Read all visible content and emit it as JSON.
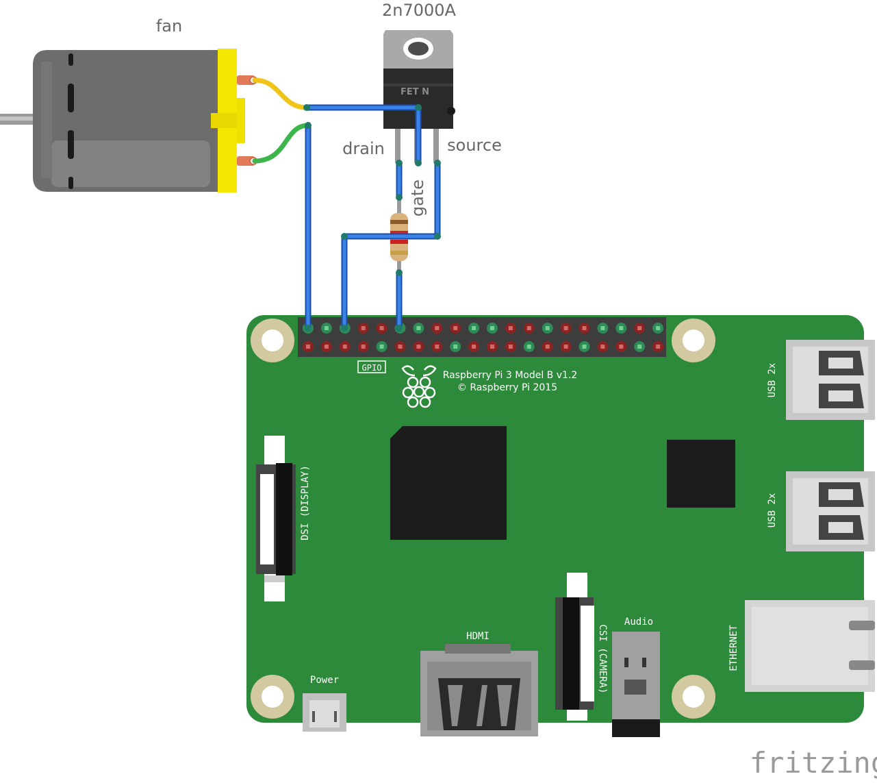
{
  "labels": {
    "fan": "fan",
    "transistor": "2n7000A",
    "fet_marking": "FET N",
    "drain": "drain",
    "gate": "gate",
    "source": "source",
    "gpio": "GPIO",
    "board_line1": "Raspberry Pi 3 Model B v1.2",
    "board_line2": "© Raspberry Pi 2015",
    "usb_top": "USB 2x",
    "usb_bottom": "USB 2x",
    "dsi": "DSI (DISPLAY)",
    "csi": "CSI (CAMERA)",
    "hdmi": "HDMI",
    "audio": "Audio",
    "power": "Power",
    "ethernet": "ETHERNET",
    "brand": "fritzing"
  },
  "colors": {
    "board_green": "#2c8a3a",
    "wire_blue": "#1f5fcf",
    "wire_yellow": "#f0c419",
    "wire_green": "#3cb54a",
    "fan_yellow": "#f5e600",
    "pin_red": "#8b2323",
    "pin_green": "#2e8b57"
  }
}
